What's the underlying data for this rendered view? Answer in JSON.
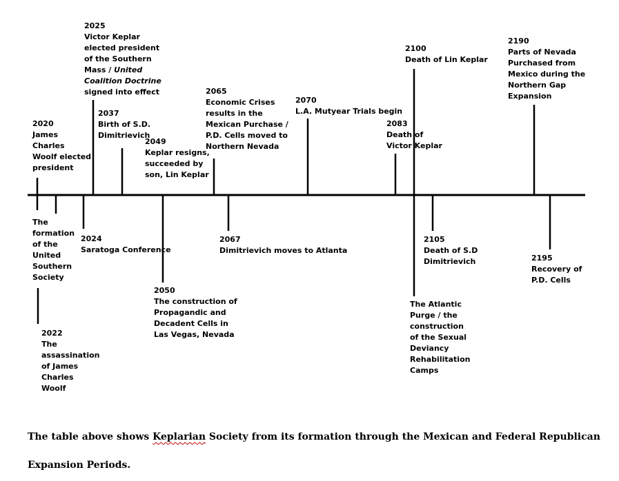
{
  "events": [
    {
      "year": "2020",
      "lines": [
        "James",
        "Charles",
        "Woolf elected",
        "president"
      ]
    },
    {
      "year": "",
      "lines": [
        "The",
        "formation",
        "of the",
        "United",
        "Southern",
        "Society"
      ]
    },
    {
      "year": "2022",
      "lines": [
        "The",
        "assassination",
        "of James",
        "Charles",
        "Woolf"
      ]
    },
    {
      "year": "2024",
      "lines": [
        "Saratoga Conference"
      ]
    },
    {
      "year": "2025",
      "lines": [
        "Victor Keplar",
        "elected president",
        "of the Southern"
      ],
      "italic_line_parts": [
        "Mass / ",
        "United"
      ],
      "italic_line2": "Coalition Doctrine",
      "after_lines": [
        "signed into effect"
      ]
    },
    {
      "year": "2037",
      "lines": [
        "Birth of S.D.",
        "Dimitrievich"
      ]
    },
    {
      "year": "2049",
      "lines": [
        "Keplar resigns,",
        "succeeded by",
        "son, Lin Keplar"
      ]
    },
    {
      "year": "2050",
      "lines": [
        "The construction of",
        "Propagandic and",
        "Decadent Cells in",
        "Las Vegas, Nevada"
      ]
    },
    {
      "year": "2065",
      "lines": [
        "Economic Crises",
        "results in the",
        "Mexican Purchase /",
        "P.D. Cells moved to",
        "Northern Nevada"
      ]
    },
    {
      "year": "2067",
      "lines": [
        "Dimitrievich moves to Atlanta"
      ]
    },
    {
      "year": "2070",
      "lines": [
        "L.A. Mutyear Trials begin"
      ]
    },
    {
      "year": "2083",
      "lines": [
        "Death of",
        "Victor Keplar"
      ]
    },
    {
      "year": "2100",
      "lines": [
        "Death of Lin Keplar"
      ]
    },
    {
      "year": "",
      "lines": [
        "The Atlantic",
        "Purge / the",
        "construction",
        "of the Sexual",
        "Deviancy",
        "Rehabilitation",
        "Camps"
      ]
    },
    {
      "year": "2105",
      "lines": [
        "Death of S.D",
        "Dimitrievich"
      ]
    },
    {
      "year": "2190",
      "lines": [
        "Parts of Nevada",
        "Purchased from",
        "Mexico during the",
        "Northern Gap",
        "Expansion"
      ]
    },
    {
      "year": "2195",
      "lines": [
        "Recovery of",
        "P.D. Cells"
      ]
    }
  ],
  "caption": {
    "line1_before": "The table above shows ",
    "line1_misspelled": "Keplarian",
    "line1_after": " Society from its formation through the Mexican and Federal Republican",
    "line2": "Expansion Periods."
  }
}
